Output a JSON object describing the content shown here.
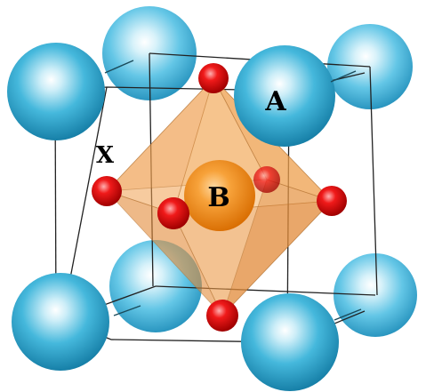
{
  "figure": {
    "labels": {
      "a_site": "A",
      "b_site": "B",
      "x_site": "X"
    },
    "colors": {
      "a_atom": "#2fa9cf",
      "b_atom": "#f08a14",
      "x_atom": "#e01010",
      "octahedron": "#f0a050",
      "cell_edges": "#222222"
    },
    "atoms": {
      "a_site_count": 8,
      "b_site_count": 1,
      "x_site_count": 6
    }
  }
}
